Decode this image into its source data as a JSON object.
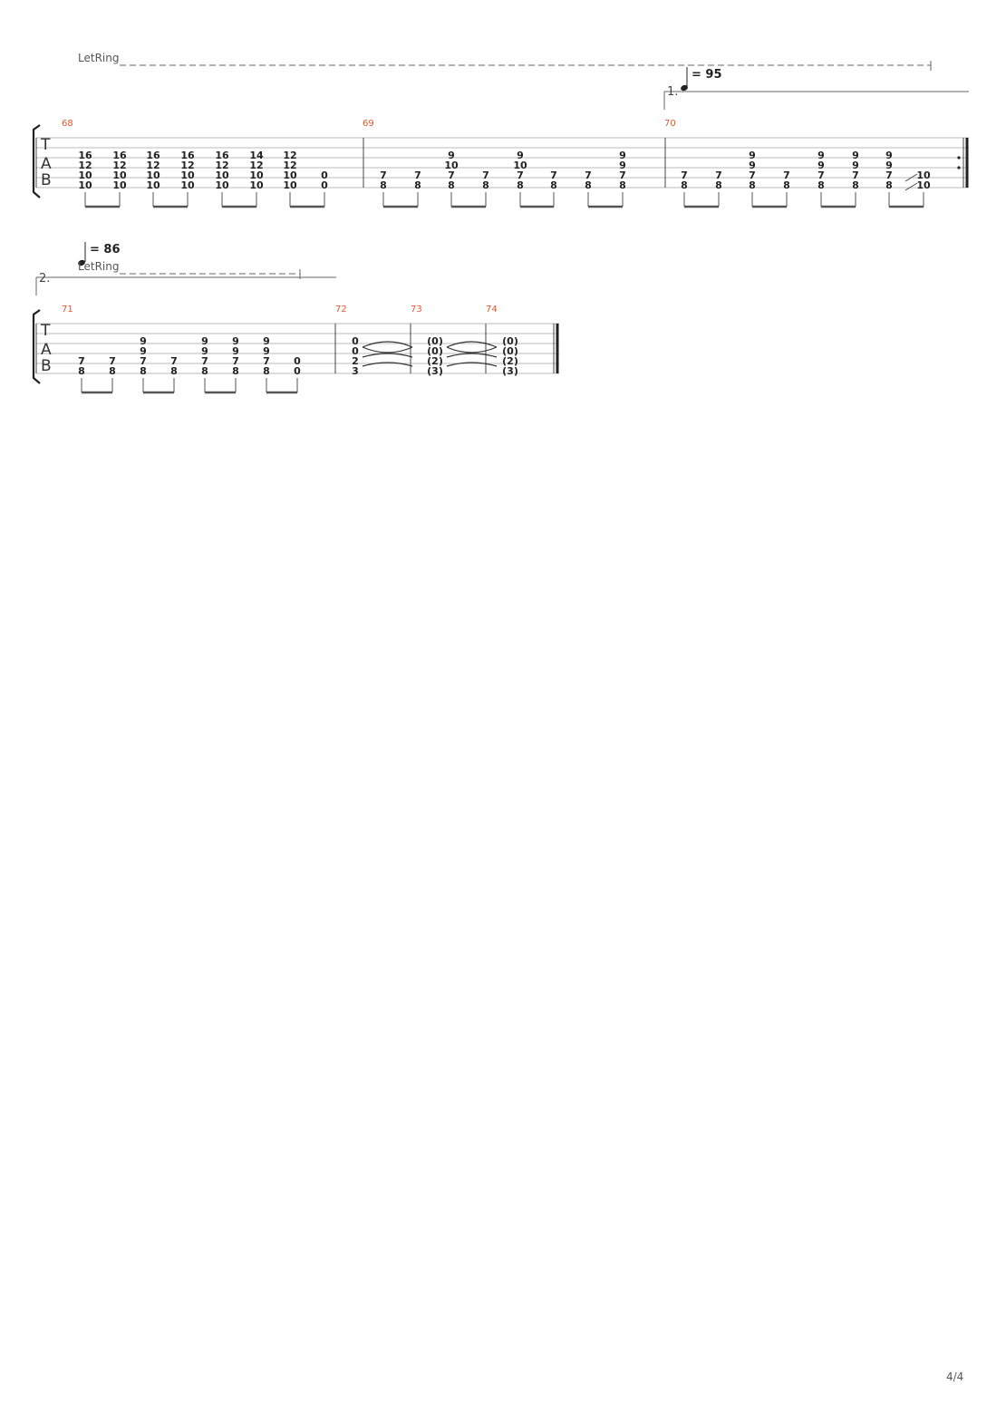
{
  "page": {
    "number": "4/4"
  },
  "tab_label": [
    "T",
    "A",
    "B"
  ],
  "system1": {
    "let_ring": "LetRing",
    "volta": "1.",
    "tempo": "= 95",
    "measures": [
      {
        "number": "68",
        "beats": [
          [
            "16",
            "12",
            "10",
            "10"
          ],
          [
            "16",
            "12",
            "10",
            "10"
          ],
          [
            "16",
            "12",
            "10",
            "10"
          ],
          [
            "16",
            "12",
            "10",
            "10"
          ],
          [
            "16",
            "12",
            "10",
            "10"
          ],
          [
            "14",
            "12",
            "10",
            "10"
          ],
          [
            "12",
            "12",
            "10",
            "10"
          ],
          [
            "",
            "",
            "0",
            "0"
          ]
        ]
      },
      {
        "number": "69",
        "beats": [
          [
            "",
            "",
            "7",
            "8"
          ],
          [
            "",
            "",
            "7",
            "8"
          ],
          [
            "9",
            "10",
            "7",
            "8"
          ],
          [
            "",
            "",
            "7",
            "8"
          ],
          [
            "9",
            "10",
            "7",
            "8"
          ],
          [
            "",
            "",
            "7",
            "8"
          ],
          [
            "",
            "",
            "7",
            "8"
          ],
          [
            "9",
            "9",
            "7",
            "8"
          ]
        ]
      },
      {
        "number": "70",
        "beats": [
          [
            "",
            "",
            "7",
            "8"
          ],
          [
            "",
            "",
            "7",
            "8"
          ],
          [
            "9",
            "9",
            "7",
            "8"
          ],
          [
            "",
            "",
            "7",
            "8"
          ],
          [
            "9",
            "9",
            "7",
            "8"
          ],
          [
            "9",
            "9",
            "7",
            "8"
          ],
          [
            "9",
            "9",
            "7",
            "8"
          ],
          [
            "",
            "",
            "10",
            "10"
          ]
        ]
      }
    ]
  },
  "system2": {
    "let_ring": "LetRing",
    "volta": "2.",
    "tempo": "= 86",
    "measures": [
      {
        "number": "71",
        "beats": [
          [
            "",
            "",
            "7",
            "8"
          ],
          [
            "",
            "",
            "7",
            "8"
          ],
          [
            "9",
            "9",
            "7",
            "8"
          ],
          [
            "",
            "",
            "7",
            "8"
          ],
          [
            "9",
            "9",
            "7",
            "8"
          ],
          [
            "9",
            "9",
            "7",
            "8"
          ],
          [
            "9",
            "9",
            "7",
            "8"
          ],
          [
            "",
            "",
            "0",
            "0"
          ]
        ]
      },
      {
        "number": "72",
        "beats": [
          [
            "0",
            "0",
            "2",
            "3"
          ]
        ]
      },
      {
        "number": "73",
        "beats": [
          [
            "(0)",
            "(0)",
            "(2)",
            "(3)"
          ]
        ]
      },
      {
        "number": "74",
        "beats": [
          [
            "(0)",
            "(0)",
            "(2)",
            "(3)"
          ]
        ]
      }
    ]
  }
}
